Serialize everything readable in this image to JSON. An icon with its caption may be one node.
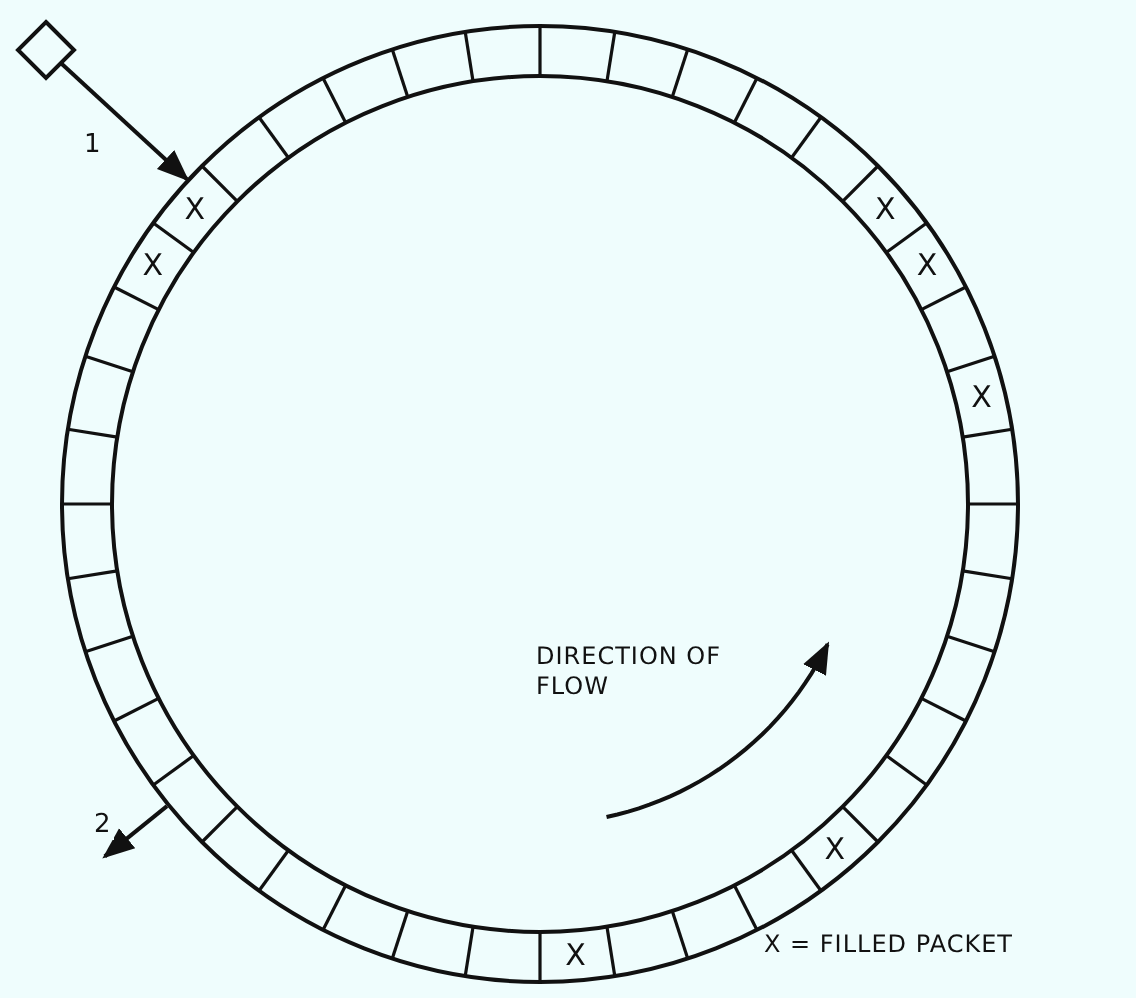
{
  "diagram": {
    "nodes": [
      {
        "text": [],
        "shape": "diamond"
      },
      {
        "text": [],
        "shape": "circle"
      }
    ],
    "edges": [
      {
        "from": 0,
        "to": 1,
        "arrow": "to",
        "label": "1"
      },
      {
        "from": 1,
        "to": null,
        "arrow": "to",
        "label": "2"
      }
    ],
    "labels": [
      "X",
      "X",
      "X",
      "X",
      "X",
      "DIRECTION OF FLOW",
      "X",
      "X",
      "X = FILLED PACKET"
    ]
  }
}
